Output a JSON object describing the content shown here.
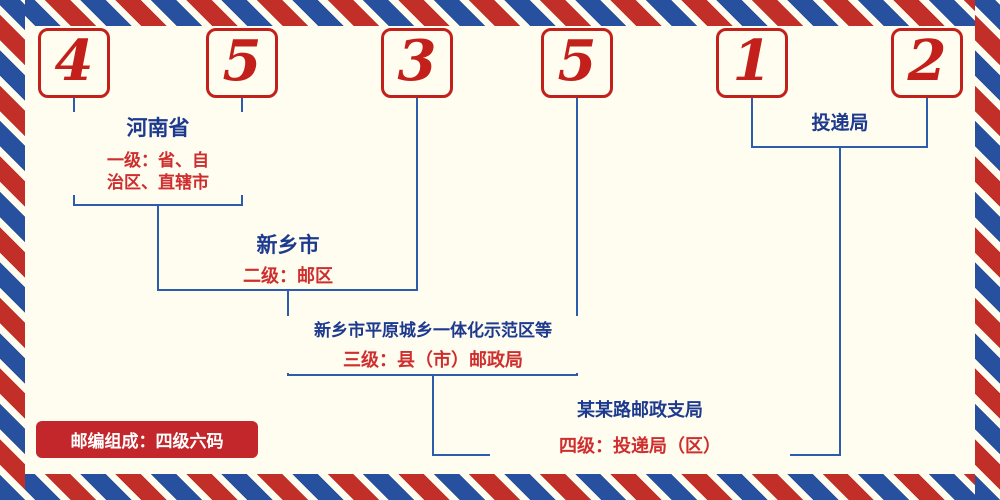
{
  "colors": {
    "accent_red": "#c3201b",
    "title_blue": "#1d3a8f",
    "desc_red": "#cf2e2e",
    "line_blue": "#2b5cad",
    "background_cream": "#fffdf0",
    "border_stripe_red": "#c22f28",
    "border_stripe_blue": "#27519e"
  },
  "digits": [
    "4",
    "5",
    "3",
    "5",
    "1",
    "2"
  ],
  "labels": {
    "level1": {
      "title": "河南省",
      "desc": "一级：省、自\n治区、直辖市"
    },
    "level2": {
      "title": "新乡市",
      "desc": "二级：邮区"
    },
    "level3": {
      "title": "新乡市平原城乡一体化示范区等",
      "desc": "三级：县（市）邮政局"
    },
    "level4": {
      "title": "某某路邮政支局",
      "desc": "四级：投递局（区）"
    },
    "delivery": {
      "title": "投递局"
    }
  },
  "badge": {
    "text": "邮编组成：四级六码"
  }
}
